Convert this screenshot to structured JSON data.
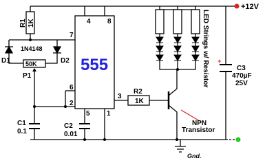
{
  "title": "LED Strings w/ Resistor",
  "supply_label": "+12V",
  "ground_label": "Gnd.",
  "ic": {
    "name": "555",
    "pins": {
      "p1": "1",
      "p2": "2",
      "p3": "3",
      "p4": "4",
      "p5": "5",
      "p6": "6",
      "p7": "7",
      "p8": "8"
    }
  },
  "components": {
    "r1": {
      "ref": "R1",
      "value": "1K"
    },
    "r2": {
      "ref": "R2",
      "value": "1K"
    },
    "p1": {
      "ref": "P1",
      "value": "50K"
    },
    "d1": {
      "ref": "D1"
    },
    "d2": {
      "ref": "D2"
    },
    "diode_type": "1N4148",
    "c1": {
      "ref": "C1",
      "value": "0.1"
    },
    "c2": {
      "ref": "C2",
      "value": "0.01"
    },
    "c3": {
      "ref": "C3",
      "value": "470µF",
      "voltage": "25V"
    },
    "transistor": {
      "type": "NPN",
      "label": "Transistor"
    }
  },
  "colors": {
    "wire": "#000000",
    "ic_label": "#2222dd",
    "supply_terminal": "#dd2222",
    "ground_terminal": "#22cc22",
    "cap_polarity": "#dd2222",
    "pointer": "#dd2222"
  }
}
